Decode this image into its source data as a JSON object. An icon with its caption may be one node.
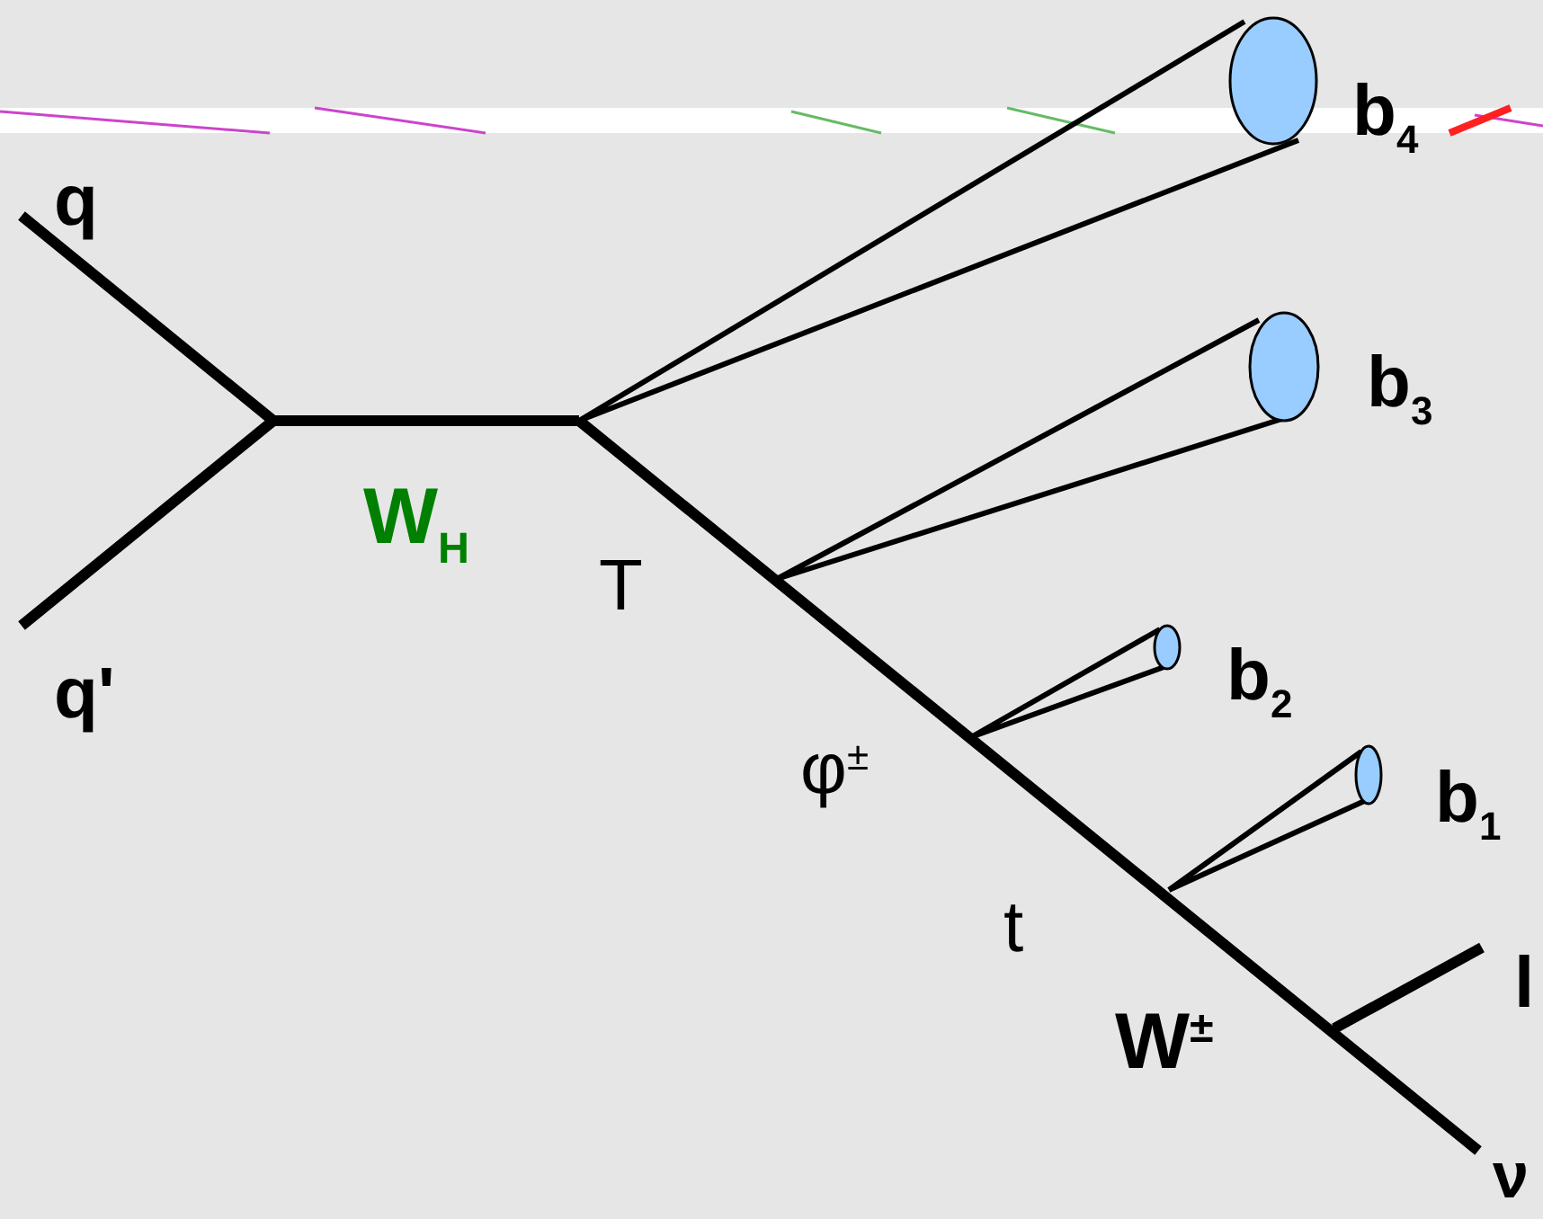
{
  "diagram": {
    "labels": [
      "b$_{4}$",
      "q",
      "b$_{3}$",
      "W$_{H}$",
      "T",
      "b$_{2}$",
      "q'",
      "φ$^{±}$",
      "b$_{1}$",
      "t",
      "l",
      "W$^{±}$",
      "ν"
    ]
  }
}
